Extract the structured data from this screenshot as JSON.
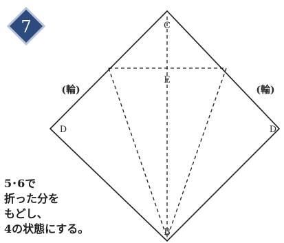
{
  "step": {
    "number": "7",
    "badge_color": "#2d4b7c",
    "badge_border": "#b9c4d9"
  },
  "diagram": {
    "line_color": "#1d1d1d",
    "points": {
      "top": "C",
      "center": "E",
      "bottom": "B",
      "left": "D",
      "right": "D"
    },
    "fold_labels": {
      "left": "(輪)",
      "right": "(輪)"
    }
  },
  "instruction": {
    "lines": [
      "5･6で",
      "折った分を",
      "もどし、",
      "4の状態にする。"
    ]
  }
}
